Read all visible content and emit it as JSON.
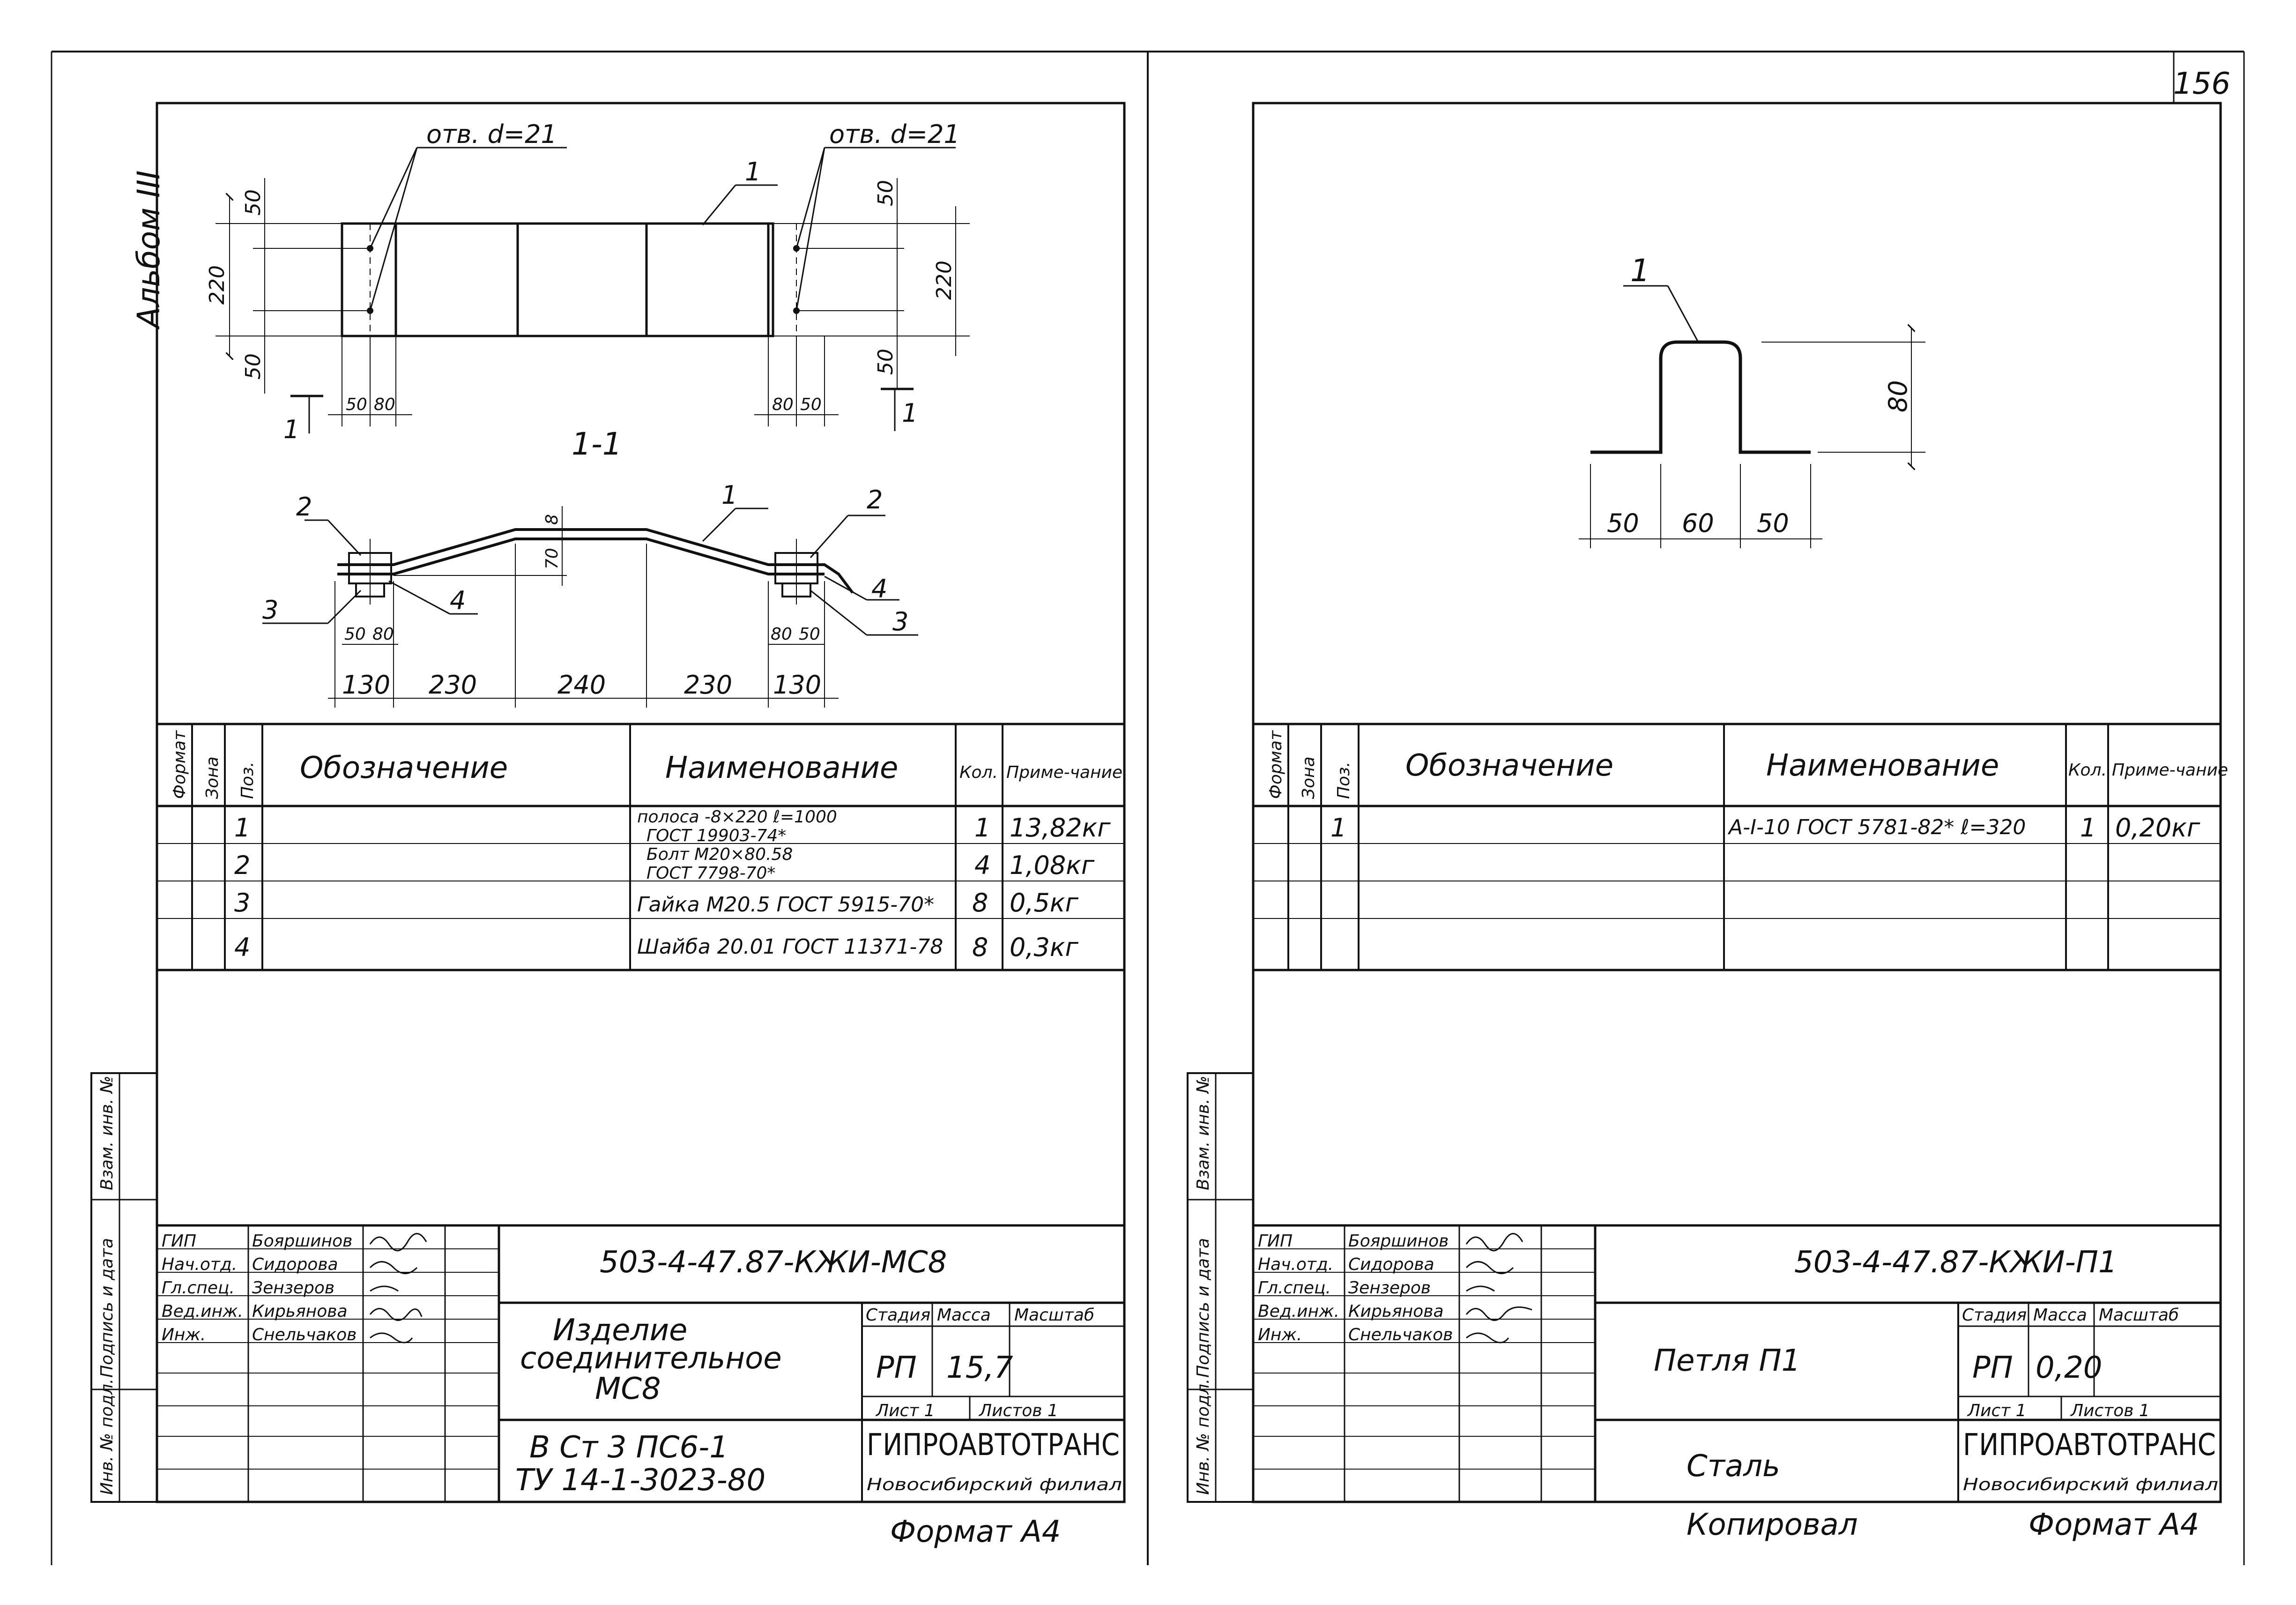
{
  "page_number": "156",
  "album_label": "Альбом III",
  "copied_by": "Копировал",
  "left": {
    "hole_label": "отв. d=21",
    "top_dims": {
      "vert_50": "50",
      "vert_220": "220",
      "horiz_50": "50",
      "horiz_80": "80"
    },
    "section_mark": "1",
    "section_title": "1-1",
    "pos_labels": [
      "1",
      "2",
      "3",
      "4"
    ],
    "section_dims": {
      "d8": "8",
      "d70": "70",
      "d50": "50",
      "d80": "80"
    },
    "bottom_dims": [
      "130",
      "230",
      "240",
      "230",
      "130"
    ],
    "spec_headers": {
      "format": "Формат",
      "zone": "Зона",
      "pos": "Поз.",
      "designation": "Обозначение",
      "name": "Наименование",
      "qty": "Кол.",
      "note": "Приме-чание"
    },
    "spec_rows": [
      {
        "pos": "1",
        "name": "полоса -8×220  ℓ=1000",
        "name2": "ГОСТ 19903-74*",
        "qty": "1",
        "note": "13,82кг"
      },
      {
        "pos": "2",
        "name": "Болт М20×80.58",
        "name2": "ГОСТ 7798-70*",
        "qty": "4",
        "note": "1,08кг"
      },
      {
        "pos": "3",
        "name": "Гайка М20.5 ГОСТ 5915-70*",
        "name2": "",
        "qty": "8",
        "note": "0,5кг"
      },
      {
        "pos": "4",
        "name": "Шайба 20.01 ГОСТ 11371-78",
        "name2": "",
        "qty": "8",
        "note": "0,3кг"
      }
    ],
    "side_labels": {
      "vzam": "Взам. инв. №",
      "podpis": "Подпись и дата",
      "inv": "Инв. № подл."
    },
    "title_block": {
      "code": "503-4-47.87-КЖИ-МС8",
      "roles": [
        "ГИП",
        "Нач.отд.",
        "Гл.спец.",
        "Вед.инж.",
        "Инж."
      ],
      "names": [
        "Бояршинов",
        "Сидорова",
        "Зензеров",
        "Кирьянова",
        "Снельчаков"
      ],
      "title_lines": [
        "Изделие",
        "соединительное",
        "МС8"
      ],
      "stage_h": "Стадия",
      "mass_h": "Масса",
      "scale_h": "Масштаб",
      "stage": "РП",
      "mass": "15,7",
      "sheet": "Лист 1",
      "sheets": "Листов 1",
      "material_lines": [
        "В Ст 3 ПС6-1",
        "ТУ 14-1-3023-80"
      ],
      "org": "ГИПРОАВТОТРАНС",
      "branch": "Новосибирский филиал",
      "format": "Формат А4"
    }
  },
  "right": {
    "pos_label": "1",
    "dims": {
      "d80": "80",
      "d50a": "50",
      "d60": "60",
      "d50b": "50"
    },
    "spec_headers": {
      "format": "Формат",
      "zone": "Зона",
      "pos": "Поз.",
      "designation": "Обозначение",
      "name": "Наименование",
      "qty": "Кол.",
      "note": "Приме-чание"
    },
    "spec_rows": [
      {
        "pos": "1",
        "name": "А-I-10 ГОСТ 5781-82* ℓ=320",
        "qty": "1",
        "note": "0,20кг"
      }
    ],
    "side_labels": {
      "vzam": "Взам. инв. №",
      "podpis": "Подпись и дата",
      "inv": "Инв. № подл."
    },
    "title_block": {
      "code": "503-4-47.87-КЖИ-П1",
      "roles": [
        "ГИП",
        "Нач.отд.",
        "Гл.спец.",
        "Вед.инж.",
        "Инж."
      ],
      "names": [
        "Бояршинов",
        "Сидорова",
        "Зензеров",
        "Кирьянова",
        "Снельчаков"
      ],
      "title": "Петля П1",
      "stage_h": "Стадия",
      "mass_h": "Масса",
      "scale_h": "Масштаб",
      "stage": "РП",
      "mass": "0,20",
      "sheet": "Лист 1",
      "sheets": "Листов 1",
      "material": "Сталь",
      "org": "ГИПРОАВТОТРАНС",
      "branch": "Новосибирский филиал",
      "format": "Формат А4"
    }
  }
}
